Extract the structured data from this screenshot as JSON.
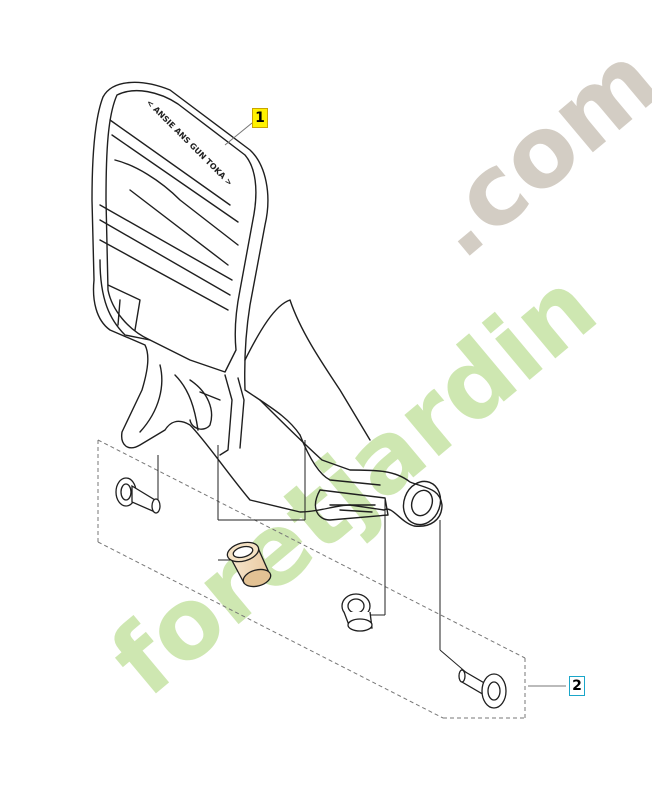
{
  "callouts": [
    {
      "label": "1",
      "color": "#fff200"
    },
    {
      "label": "2",
      "color": "#1aa6c9"
    }
  ],
  "guard_text": "< ANSIE ANS GUN TOKA >",
  "watermark": {
    "text_main": "foretjardin",
    "text_suffix": ".com",
    "color_main": "#c6e3a4",
    "color_suffix": "#cfc8be"
  }
}
